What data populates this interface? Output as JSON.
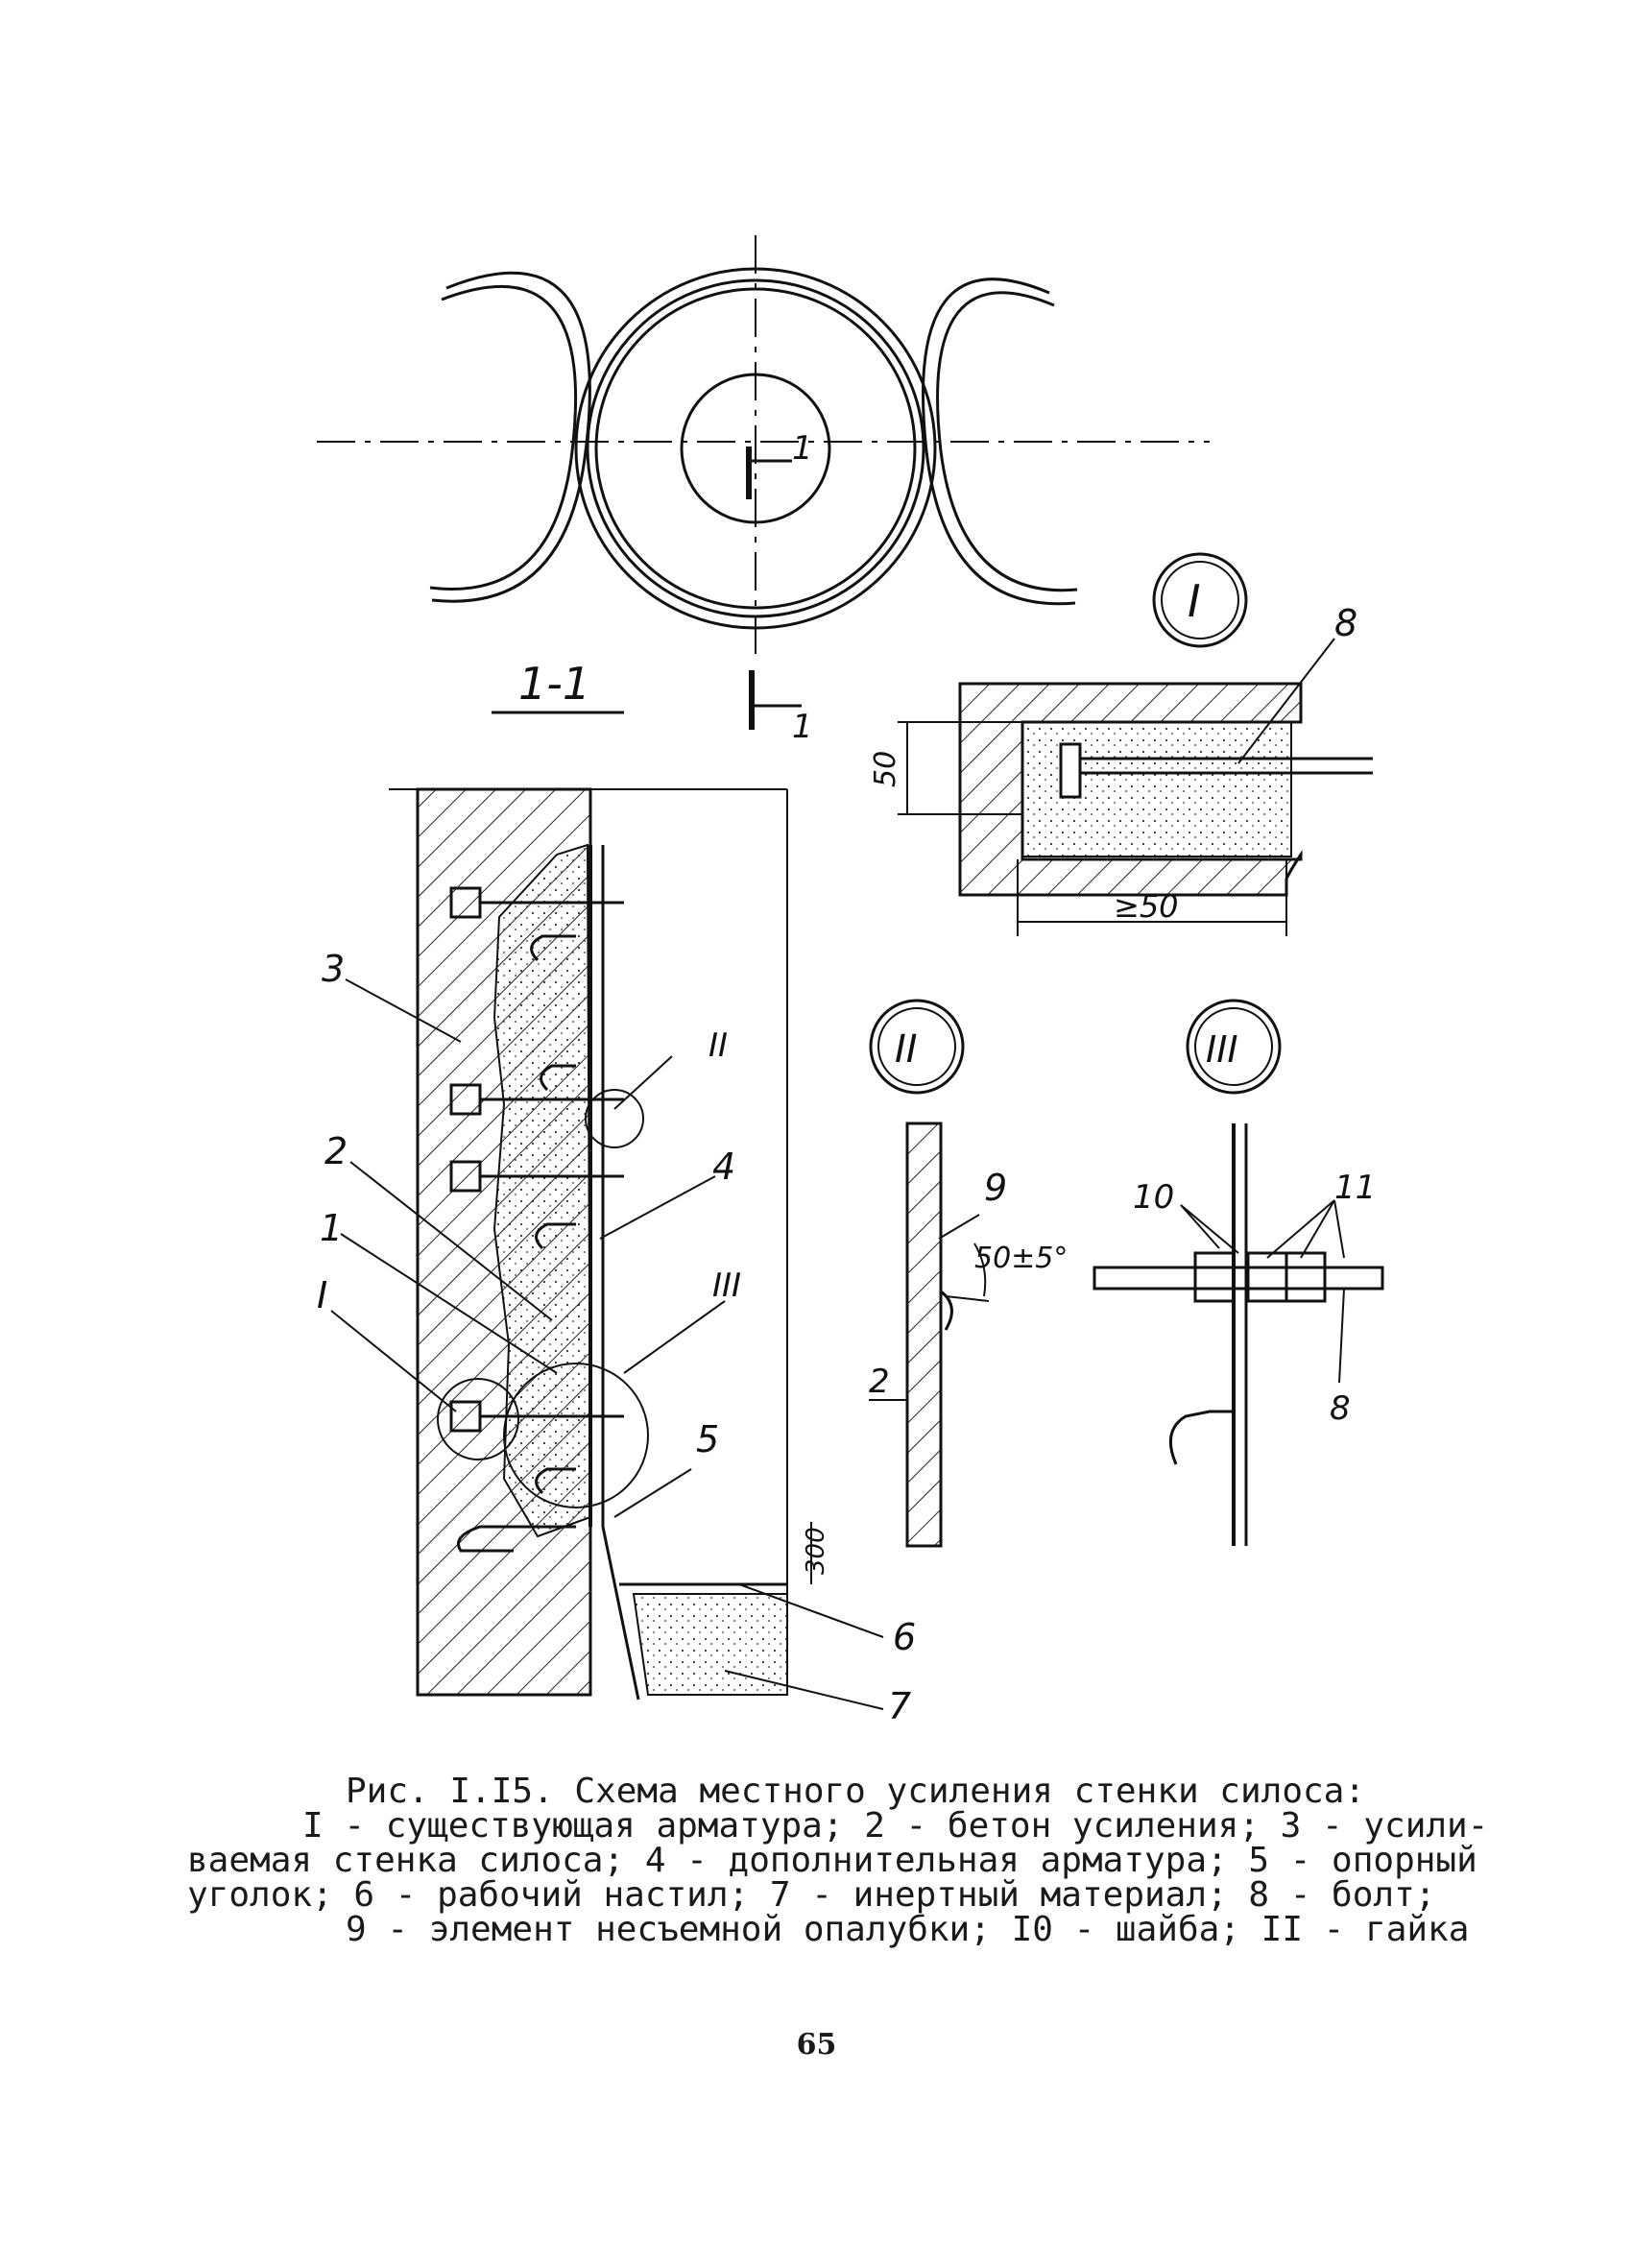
{
  "figure": {
    "section_label": "1-1",
    "section_mark": "1",
    "node_labels": [
      "I",
      "II",
      "III"
    ],
    "callouts": {
      "c1": "1",
      "c2": "2",
      "c3": "3",
      "c4": "4",
      "c5": "5",
      "c6": "6",
      "c7": "7",
      "c8": "8",
      "c9": "9",
      "c10": "10",
      "c11": "11",
      "cI": "I",
      "cII": "II",
      "cIII": "III"
    },
    "dimensions": {
      "height_bolt_zone": "50",
      "bolt_length": "≥50",
      "angle": "50±5°",
      "angle_height": "300",
      "left_detail_2": "2",
      "detail_8": "8"
    }
  },
  "caption": {
    "lines": [
      "Рис. I.I5. Схема местного усиления стенки силоса:",
      "I - существующая арматура; 2 - бетон усиления; 3 - усили-",
      "ваемая стенка силоса; 4 - дополнительная арматура; 5 - опорный",
      "уголок; 6 - рабочий настил; 7 - инертный материал; 8 - болт;",
      "9 - элемент несъемной опалубки; I0 - шайба; II - гайка"
    ]
  },
  "page_number": "65"
}
